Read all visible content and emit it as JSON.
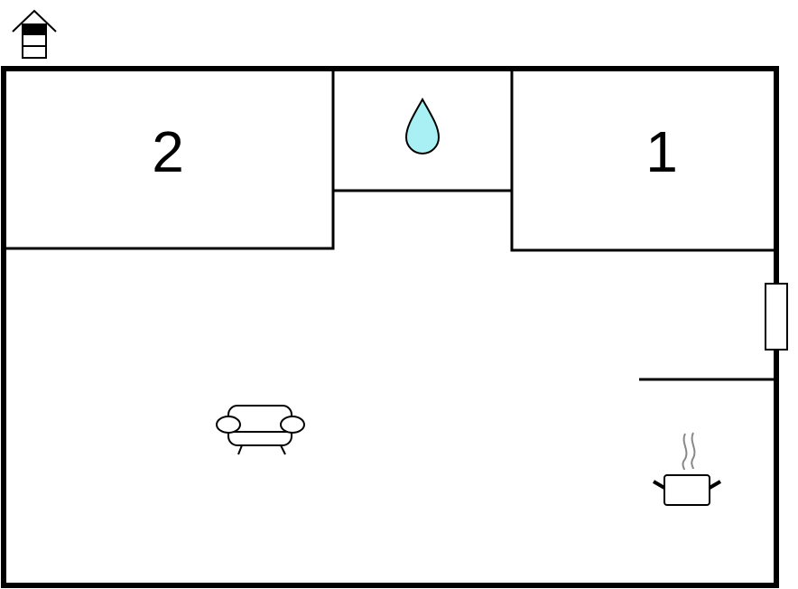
{
  "floor_plan": {
    "rooms": [
      {
        "id": "bedroom-2",
        "label": "2"
      },
      {
        "id": "bedroom-1",
        "label": "1"
      }
    ],
    "symbols": [
      {
        "name": "floor-level-icon",
        "meaning": "floor-level"
      },
      {
        "name": "bathroom-water-drop-icon",
        "meaning": "bathroom"
      },
      {
        "name": "living-room-sofa-icon",
        "meaning": "living-room"
      },
      {
        "name": "kitchen-cooking-pot-icon",
        "meaning": "kitchen"
      },
      {
        "name": "window-icon",
        "meaning": "window"
      }
    ],
    "colors": {
      "wall": "#000000",
      "background": "#ffffff",
      "water_drop": "#a8f0f4"
    }
  }
}
